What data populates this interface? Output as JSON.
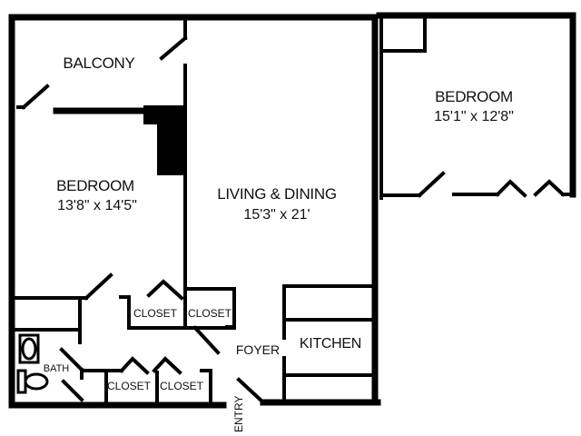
{
  "floor_plan": {
    "rooms": [
      {
        "id": "balcony",
        "label": "BALCONY"
      },
      {
        "id": "bedroom-1",
        "label": "BEDROOM",
        "dimensions": "13'8\" x 14'5\""
      },
      {
        "id": "living-dining",
        "label": "LIVING & DINING",
        "dimensions": "15'3\" x 21'"
      },
      {
        "id": "bedroom-2",
        "label": "BEDROOM",
        "dimensions": "15'1\" x 12'8\""
      },
      {
        "id": "kitchen",
        "label": "KITCHEN"
      },
      {
        "id": "foyer",
        "label": "FOYER"
      },
      {
        "id": "bath",
        "label": "BATH"
      }
    ],
    "closets": [
      {
        "id": "closet-1",
        "label": "CLOSET"
      },
      {
        "id": "closet-2",
        "label": "CLOSET"
      },
      {
        "id": "closet-3",
        "label": "CLOSET"
      },
      {
        "id": "closet-4",
        "label": "CLOSET"
      }
    ],
    "entry_label": "ENTRY",
    "colors": {
      "wall": "#000000",
      "background": "#ffffff"
    }
  }
}
